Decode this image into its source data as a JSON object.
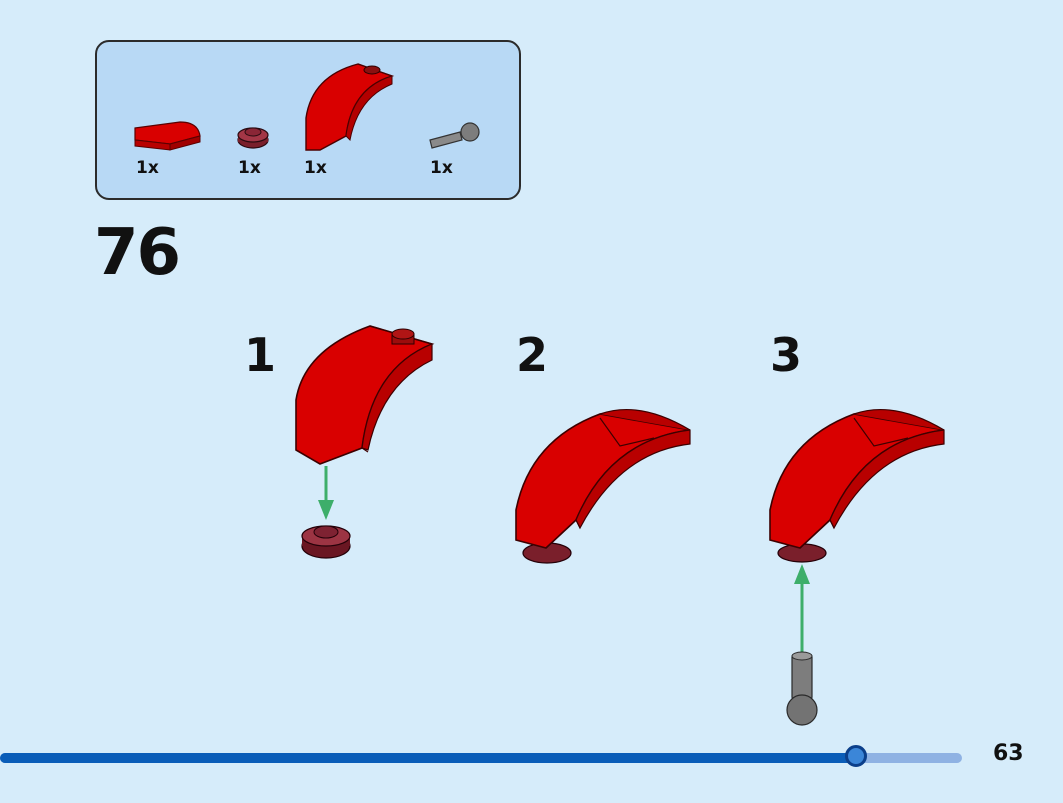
{
  "parts_list": {
    "items": [
      {
        "icon": "red-curved-slope-brick-icon",
        "quantity": "1x",
        "color": "#d90000"
      },
      {
        "icon": "dark-red-round-plate-icon",
        "quantity": "1x",
        "color": "#7a1f2b"
      },
      {
        "icon": "red-curved-arch-brick-icon",
        "quantity": "1x",
        "color": "#d90000"
      },
      {
        "icon": "gray-ball-pin-icon",
        "quantity": "1x",
        "color": "#7d7d7d"
      }
    ]
  },
  "step": {
    "number": "76",
    "substeps": [
      {
        "label": "1"
      },
      {
        "label": "2"
      },
      {
        "label": "3"
      }
    ]
  },
  "colors": {
    "background": "#d6ecfa",
    "brick_red": "#d90000",
    "plate_dark_red": "#7a1f2b",
    "arrow_green": "#3dae6a",
    "pin_gray": "#7d7d7d"
  },
  "progress": {
    "value": 0.89
  },
  "footer": {
    "page_number": "63"
  }
}
